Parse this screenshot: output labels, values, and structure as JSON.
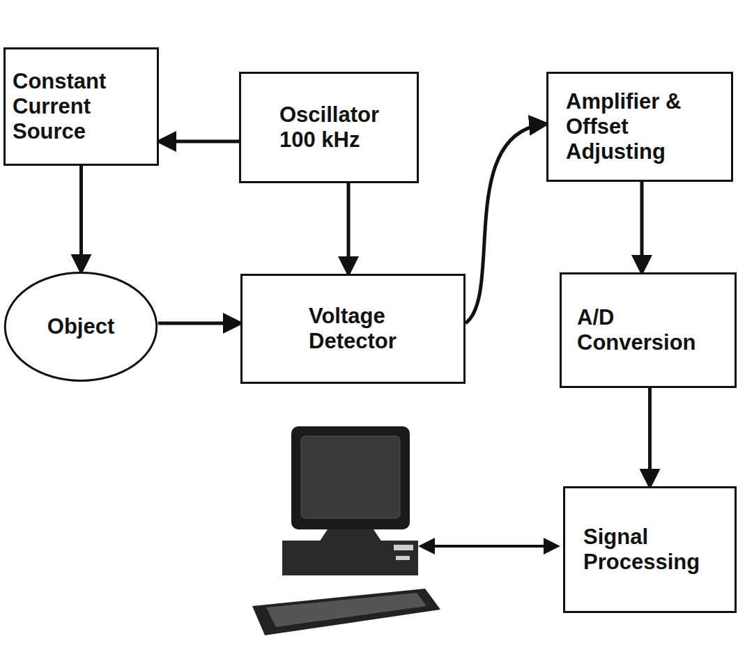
{
  "diagram": {
    "nodes": [
      {
        "text": [
          "Constant Current Source"
        ]
      },
      {
        "text": [
          "Oscillator",
          "100 kHz"
        ]
      },
      {
        "text": [
          "Amplifier & Offset Adjusting"
        ]
      },
      {
        "text": [
          "Object"
        ]
      },
      {
        "text": [
          "Voltage Detector"
        ]
      },
      {
        "text": [
          "A/D Conversion"
        ]
      },
      {
        "text": [
          "Signal Processing"
        ]
      }
    ],
    "edges": [
      {
        "from": 1,
        "to": 0,
        "arrow": "to"
      },
      {
        "from": 0,
        "to": 3,
        "arrow": "to"
      },
      {
        "from": 1,
        "to": 4,
        "arrow": "to"
      },
      {
        "from": 3,
        "to": 4,
        "arrow": "to"
      },
      {
        "from": 4,
        "to": 2,
        "arrow": "to"
      },
      {
        "from": 2,
        "to": 5,
        "arrow": "to"
      },
      {
        "from": 5,
        "to": 6,
        "arrow": "to"
      }
    ]
  }
}
